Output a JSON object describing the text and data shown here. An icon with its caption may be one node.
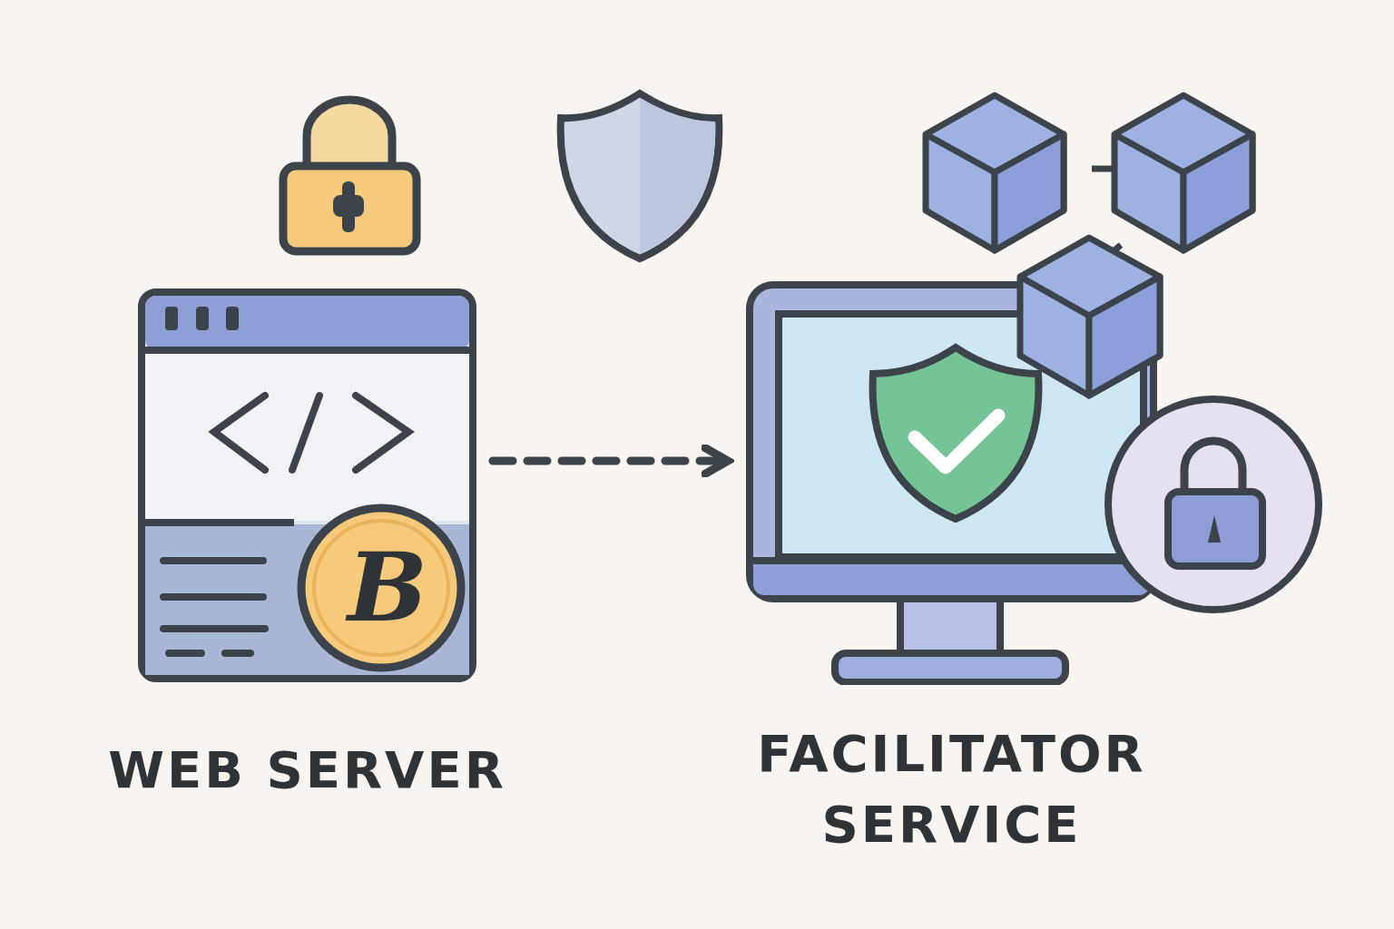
{
  "diagram": {
    "nodes": [
      {
        "text": [
          "WEB SERVER"
        ]
      },
      {
        "text": [
          "FACILITATOR SERVICE"
        ]
      }
    ],
    "edges": [
      {
        "from": 0,
        "to": 1,
        "arrow": "to",
        "style": "dashed"
      }
    ],
    "labels": [
      "B"
    ]
  }
}
